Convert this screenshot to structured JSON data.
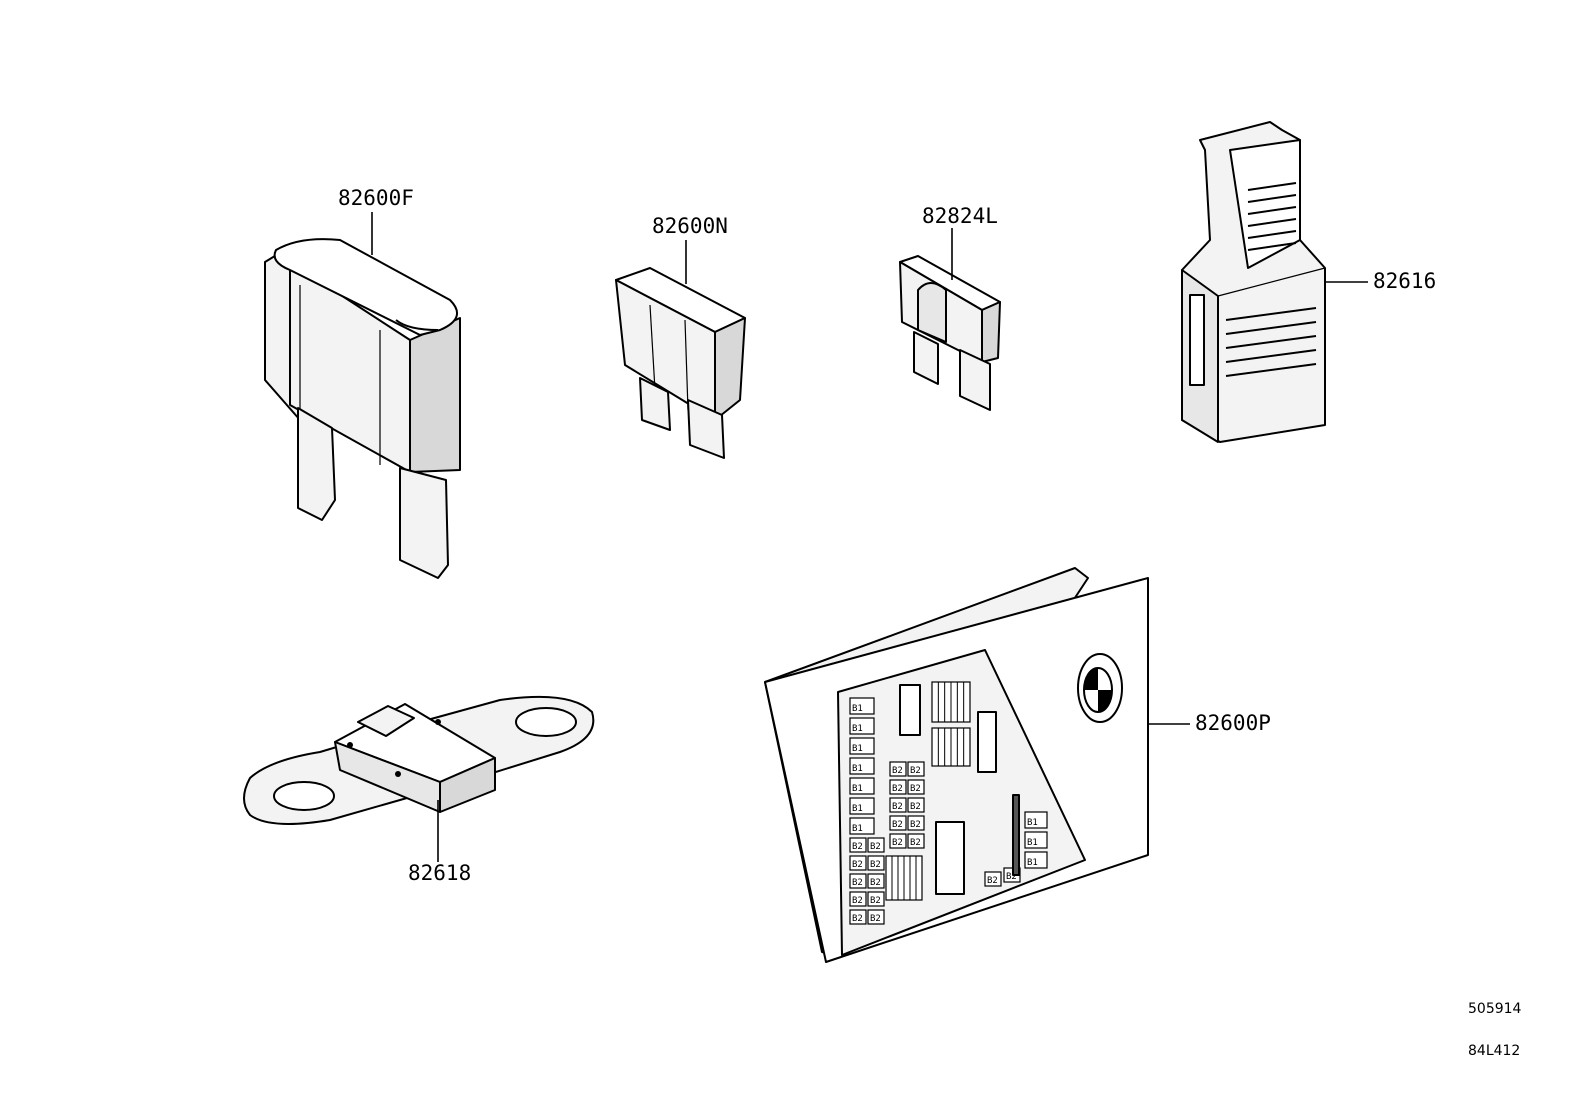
{
  "diagram": {
    "parts": [
      {
        "id": "maxi-fuse",
        "number": "82600F"
      },
      {
        "id": "standard-blade-fuse",
        "number": "82600N"
      },
      {
        "id": "mini-fuse",
        "number": "82824L"
      },
      {
        "id": "fuse-puller",
        "number": "82616"
      },
      {
        "id": "bolt-in-fuse",
        "number": "82618"
      },
      {
        "id": "fuse-layout-card",
        "number": "82600P"
      }
    ],
    "reference_codes": [
      "505914",
      "84L412"
    ],
    "card_cell_labels": [
      "B1",
      "B2"
    ]
  }
}
